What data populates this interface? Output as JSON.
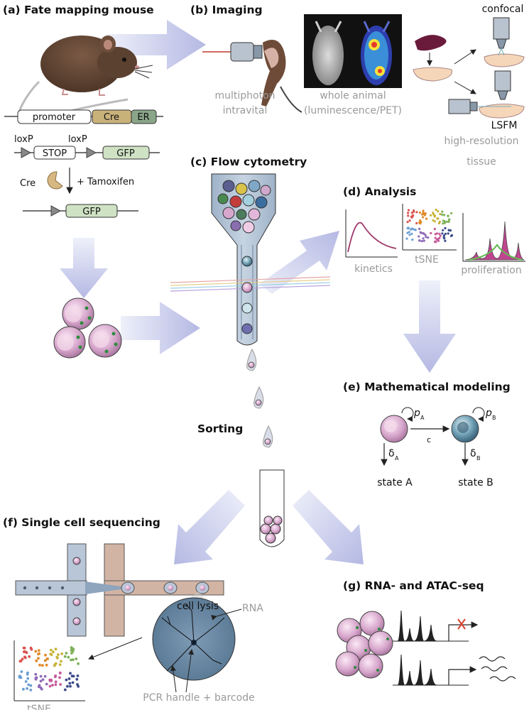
{
  "sections": {
    "fate_mapping": {
      "title": "(a) Fate mapping mouse",
      "construct": {
        "promoter": "promoter",
        "cre": "Cre",
        "er": "ER"
      },
      "reporter": {
        "loxp1": "loxP",
        "loxp2": "loxP",
        "stop": "STOP",
        "gfp": "GFP"
      },
      "cre_label": "Cre",
      "tamoxifen": "+ Tamoxifen",
      "recombined_gfp": "GFP"
    },
    "imaging": {
      "title": "(b) Imaging",
      "multiphoton_1": "multiphoton",
      "multiphoton_2": "intravital",
      "whole_animal_1": "whole animal",
      "whole_animal_2": "(luminescence/PET)",
      "confocal": "confocal",
      "lsfm": "LSFM",
      "high_res_1": "high-resolution",
      "high_res_2": "tissue"
    },
    "flow": {
      "title": "(c) Flow cytometry",
      "sorting": "Sorting"
    },
    "analysis": {
      "title": "(d) Analysis",
      "kinetics": "kinetics",
      "tsne": "tSNE",
      "proliferation": "proliferation"
    },
    "modeling": {
      "title": "(e) Mathematical modeling",
      "p_a": "p",
      "p_a_sub": "A",
      "p_b": "p",
      "p_b_sub": "B",
      "c": "c",
      "delta_a": "δ",
      "delta_a_sub": "A",
      "delta_b": "δ",
      "delta_b_sub": "B",
      "state_a": "state A",
      "state_b": "state B"
    },
    "single_cell": {
      "title": "(f) Single cell sequencing",
      "cell_lysis": "cell lysis",
      "rna": "RNA",
      "pcr": "PCR handle + barcode",
      "tsne": "tSNE"
    },
    "rna_atac": {
      "title": "(g) RNA- and ATAC-seq"
    }
  },
  "colors": {
    "arrow_flow": "#c5c8e8",
    "cell_pink": "#d7a6cc",
    "gfp_green": "#2e8b3e",
    "tube_blue": "#b8c6d8",
    "channel_tan": "#d2b4a4",
    "lysis_blue": "#6f8eaa",
    "curve_purple": "#a13a6b",
    "prolif_pink": "#c0448f"
  }
}
